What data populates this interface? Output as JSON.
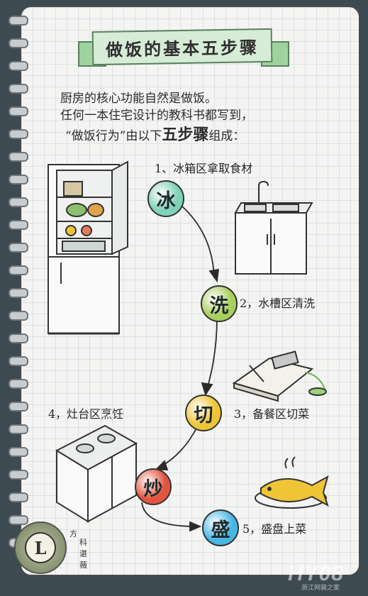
{
  "title": "做饭的基本五步骤",
  "intro": {
    "line1": "厨房的核心功能自然是做饭。",
    "line2": "任何一本住宅设计的教科书都写到，",
    "line3_pre": "“做饭行为”由以下",
    "line3_em": "五步骤",
    "line3_post": "组成："
  },
  "steps": [
    {
      "char": "冰",
      "label": "1、冰箱区拿取食材",
      "color": "#7fd1b8"
    },
    {
      "char": "洗",
      "label": "2，水槽区清洗",
      "color": "#a9cf5e"
    },
    {
      "char": "切",
      "label": "3，备餐区切菜",
      "color": "#f0c437"
    },
    {
      "char": "炒",
      "label": "4，灶台区烹饪",
      "color": "#e2543f"
    },
    {
      "char": "盛",
      "label": "5，盛盘上菜",
      "color": "#47b6e3"
    }
  ],
  "logo": {
    "letter": "L",
    "author_chars": [
      "方",
      "科",
      "谌",
      "薇"
    ]
  },
  "watermark": {
    "main": "HY08",
    "sub": "浙江网装之家"
  }
}
